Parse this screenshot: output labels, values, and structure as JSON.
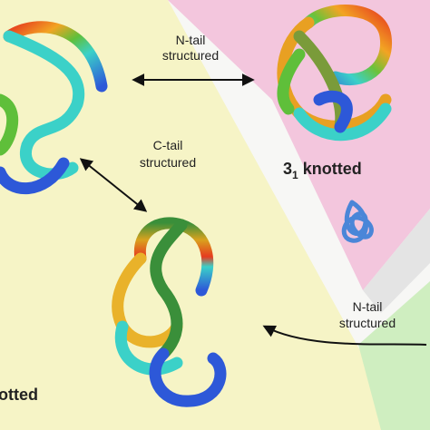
{
  "colors": {
    "region_left": "#f6f4c6",
    "region_right": "#f3c6dd",
    "region_bottom_right": "#cfeec0",
    "region_gray": "#e4e4e4",
    "arrow": "#111111",
    "knot_icon": "#4a86d8"
  },
  "labels": {
    "n_tail_top_line1": "N-tail",
    "n_tail_top_line2": "structured",
    "c_tail_line1": "C-tail",
    "c_tail_line2": "structured",
    "n_tail_bottom_line1": "N-tail",
    "n_tail_bottom_line2": "structured",
    "knotted_31_main": "3",
    "knotted_31_sub": "1",
    "knotted_31_word": " knotted",
    "knotted_partial": "otted"
  },
  "icons": {
    "top_left_chain": "protein-chain-icon",
    "top_right_chain": "knotted-protein-chain-icon",
    "bottom_chain": "protein-chain-icon",
    "trefoil": "trefoil-knot-icon"
  }
}
